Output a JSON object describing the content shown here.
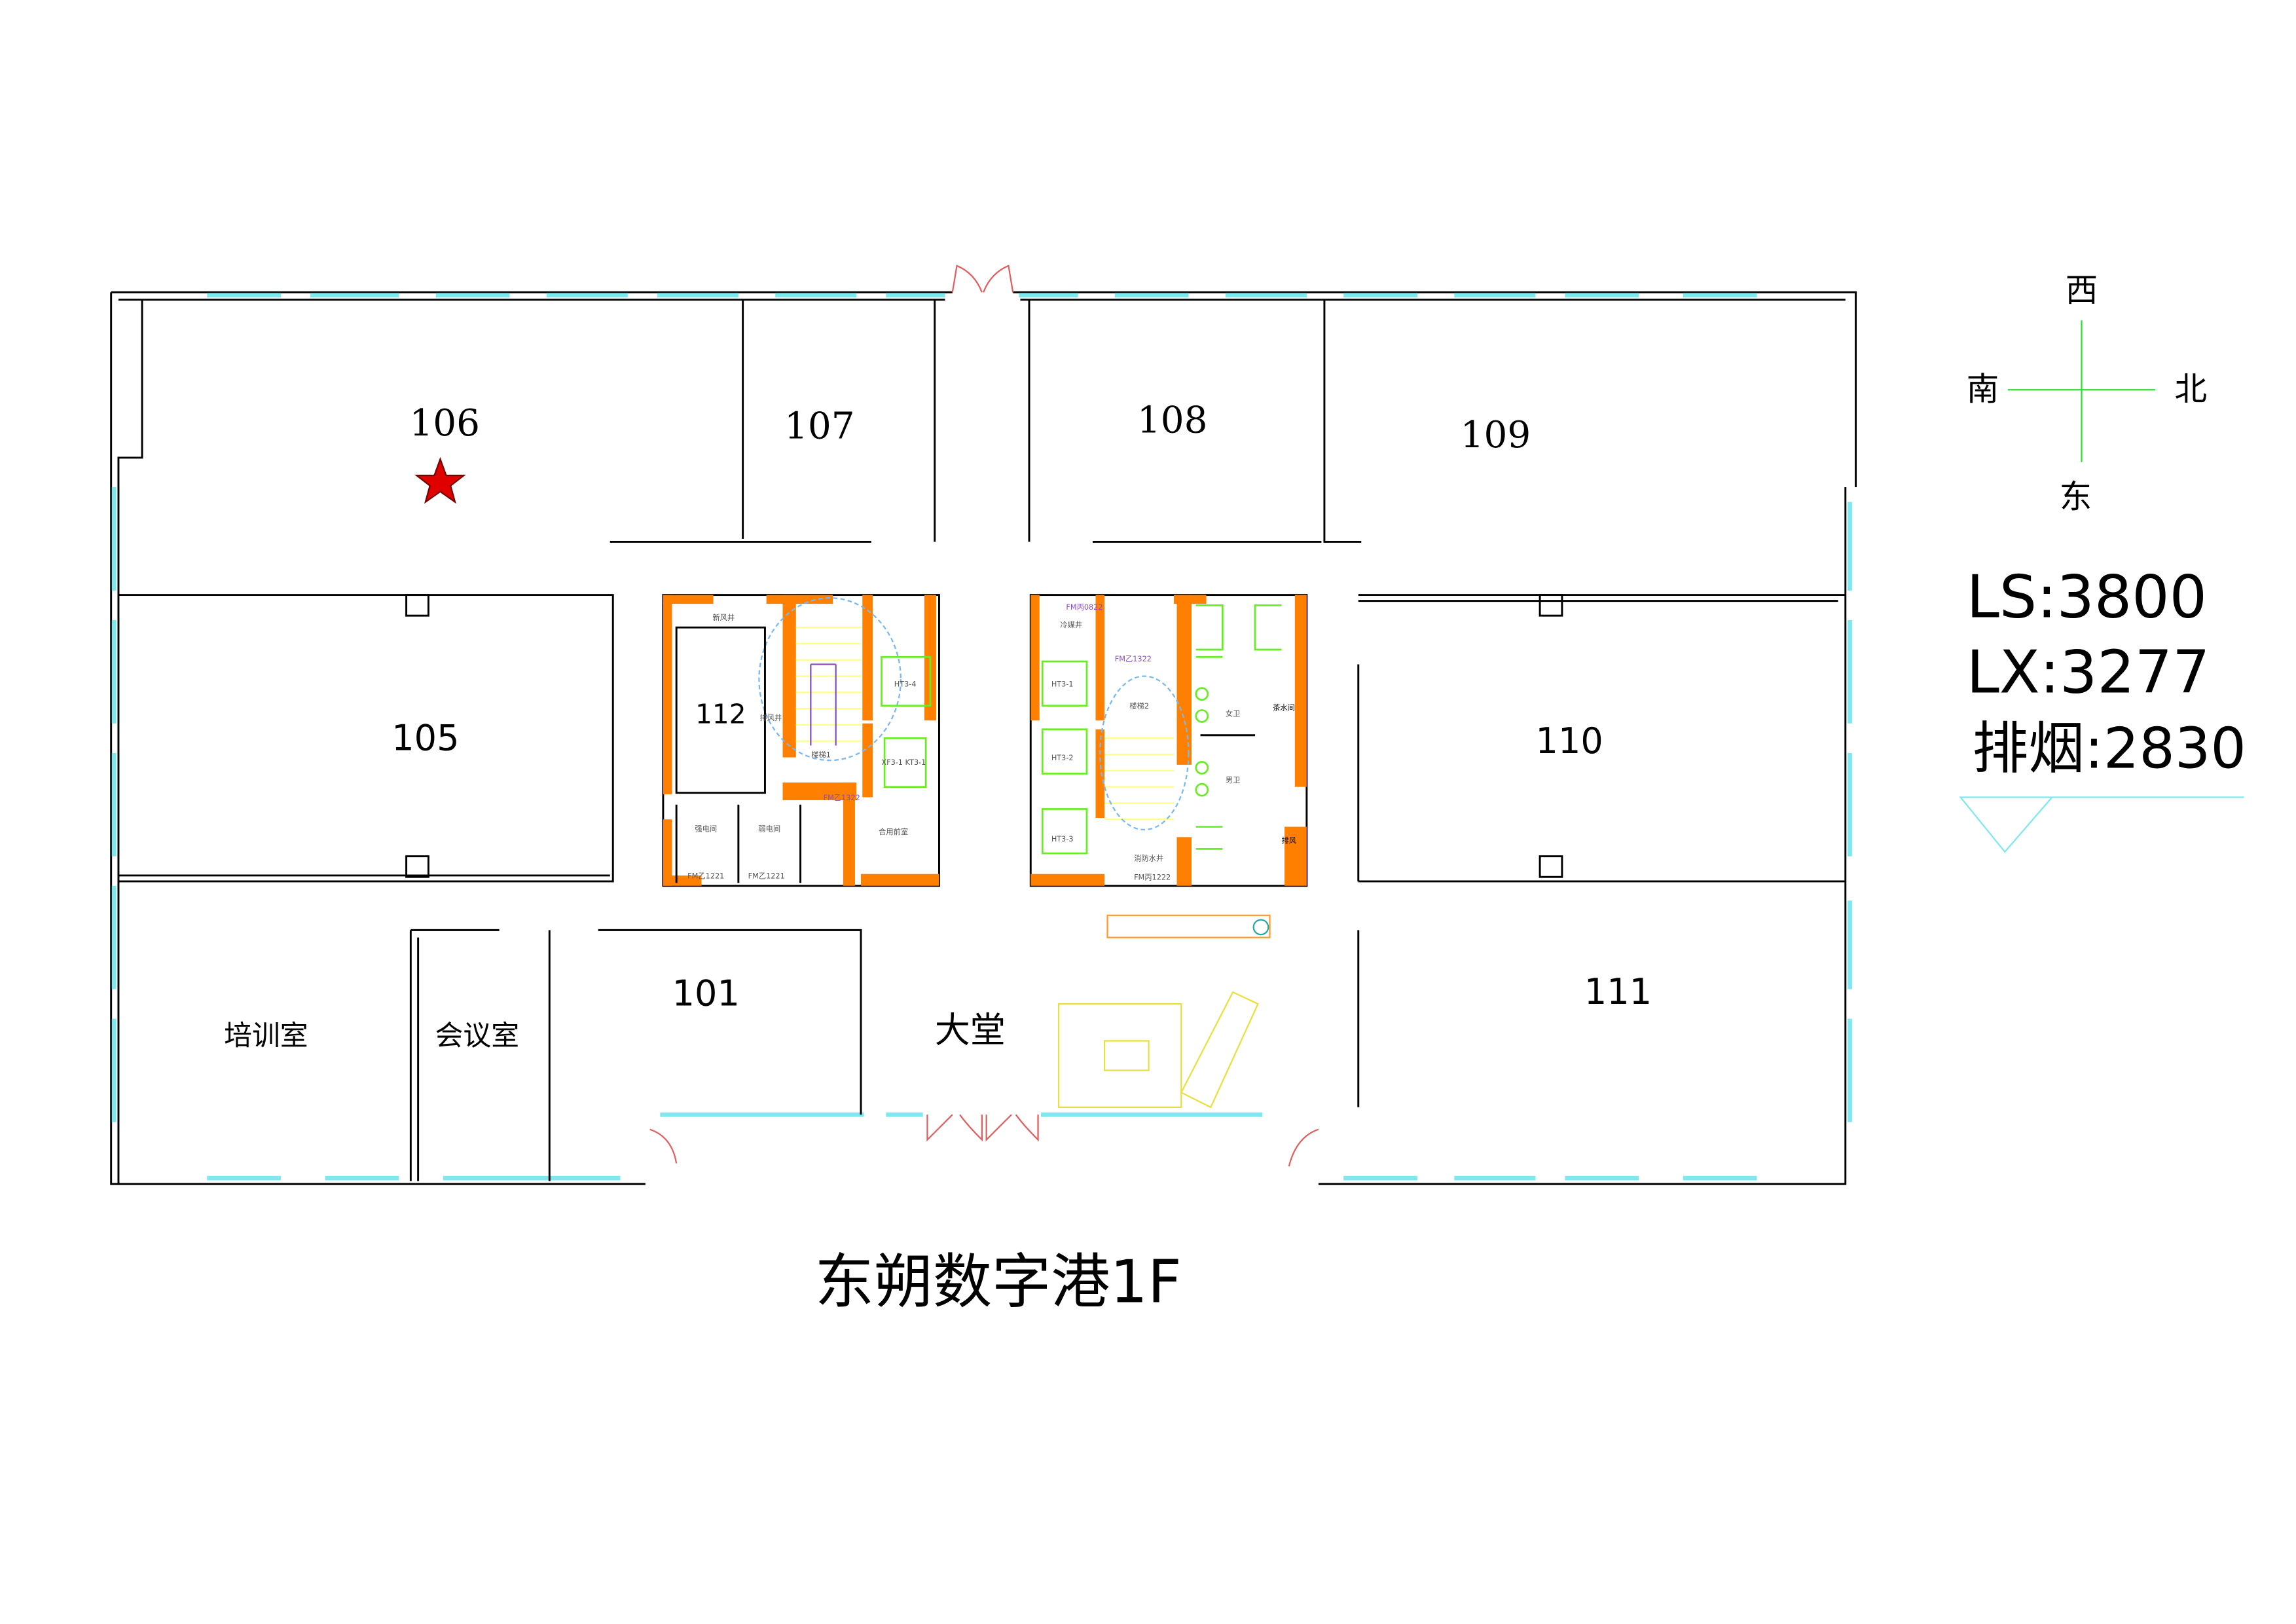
{
  "title": "东朔数字港1F",
  "rooms": {
    "r106": "106",
    "r107": "107",
    "r108": "108",
    "r109": "109",
    "r105": "105",
    "r112": "112",
    "r110": "110",
    "r101": "101",
    "lobby": "大堂",
    "r111": "111",
    "training": "培训室",
    "meeting": "会议室"
  },
  "core_left": {
    "fresh_air": "新风井",
    "exhaust_shaft": "排风井",
    "stair": "楼梯1",
    "strong_elec": "强电间",
    "weak_elec": "弱电间",
    "door1": "FM乙1221",
    "door2": "FM乙1221",
    "door3": "FM乙1322",
    "lift1": "HT3-4",
    "lift2": "XF3-1 KT3-1",
    "anteroom": "合用前室"
  },
  "core_right": {
    "refrig": "冷媒井",
    "door_a": "FM丙0822",
    "door_b": "FM乙1322",
    "door_c": "FM丙1222",
    "lift1": "HT3-1",
    "lift2": "HT3-2",
    "lift3": "HT3-3",
    "stair": "楼梯2",
    "fire_water": "消防水井",
    "female": "女卫",
    "male": "男卫",
    "tea": "茶水间",
    "exhaust": "排风"
  },
  "compass": {
    "west": "西",
    "south": "南",
    "north": "北",
    "east": "东"
  },
  "stats": {
    "ls": "LS:3800",
    "lx": "LX:3277",
    "smoke": "排烟:2830"
  },
  "colors": {
    "wall": "#000000",
    "window": "#7fe8ef",
    "core": "#ff8000",
    "marker": "#e00000"
  }
}
